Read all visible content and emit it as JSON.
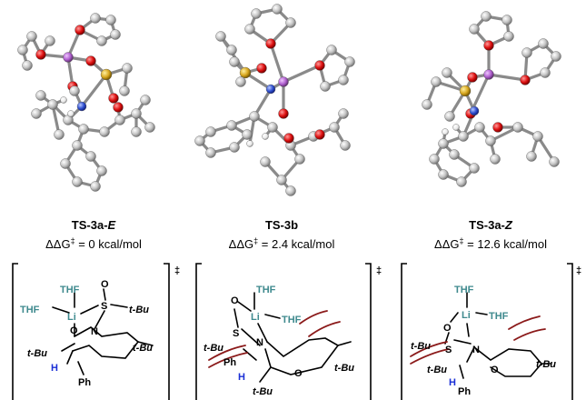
{
  "panels": [
    {
      "name_main": "TS-3a-",
      "name_italic": "E",
      "energy_prefix": "ΔΔG",
      "energy_sup": "‡",
      "energy_value": " = 0 kcal/mol"
    },
    {
      "name_main": "TS-3b",
      "name_italic": "",
      "energy_prefix": "ΔΔG",
      "energy_sup": "‡",
      "energy_value": " = 2.4 kcal/mol"
    },
    {
      "name_main": "TS-3a-",
      "name_italic": "Z",
      "energy_prefix": "ΔΔG",
      "energy_sup": "‡",
      "energy_value": " = 12.6 kcal/mol"
    }
  ],
  "structures": [
    {
      "thf_top": "THF",
      "thf_left": "THF",
      "li": "Li",
      "o_s": "O",
      "s": "S",
      "tbu_s": "t-Bu",
      "o_ring": "O",
      "n": "N",
      "tbu_left": "t-Bu",
      "h": "H",
      "tbu_right": "t-Bu",
      "ph": "Ph",
      "dagger": "‡"
    },
    {
      "thf_top": "THF",
      "thf_right": "THF",
      "li": "Li",
      "o_s": "O",
      "s": "S",
      "tbu_s": "t-Bu",
      "n": "N",
      "o_ring": "O",
      "ph": "Ph",
      "h": "H",
      "tbu_right": "t-Bu",
      "tbu_bottom": "t-Bu",
      "dagger": "‡"
    },
    {
      "thf_top": "THF",
      "thf_right": "THF",
      "li": "Li",
      "o_s": "O",
      "s": "S",
      "tbu_s": "t-Bu",
      "n": "N",
      "o_ring": "O",
      "tbu_left": "t-Bu",
      "h": "H",
      "tbu_right": "t-Bu",
      "ph": "Ph",
      "dagger": "‡"
    }
  ],
  "colors": {
    "carbon": "#c8c8c8",
    "oxygen": "#e01010",
    "lithium": "#b060d0",
    "sulfur": "#d8a820",
    "nitrogen": "#3050d0",
    "thf_label": "#3f8a8e",
    "hydrogen_label": "#1a2fd6",
    "clash": "#8b1a1a"
  }
}
